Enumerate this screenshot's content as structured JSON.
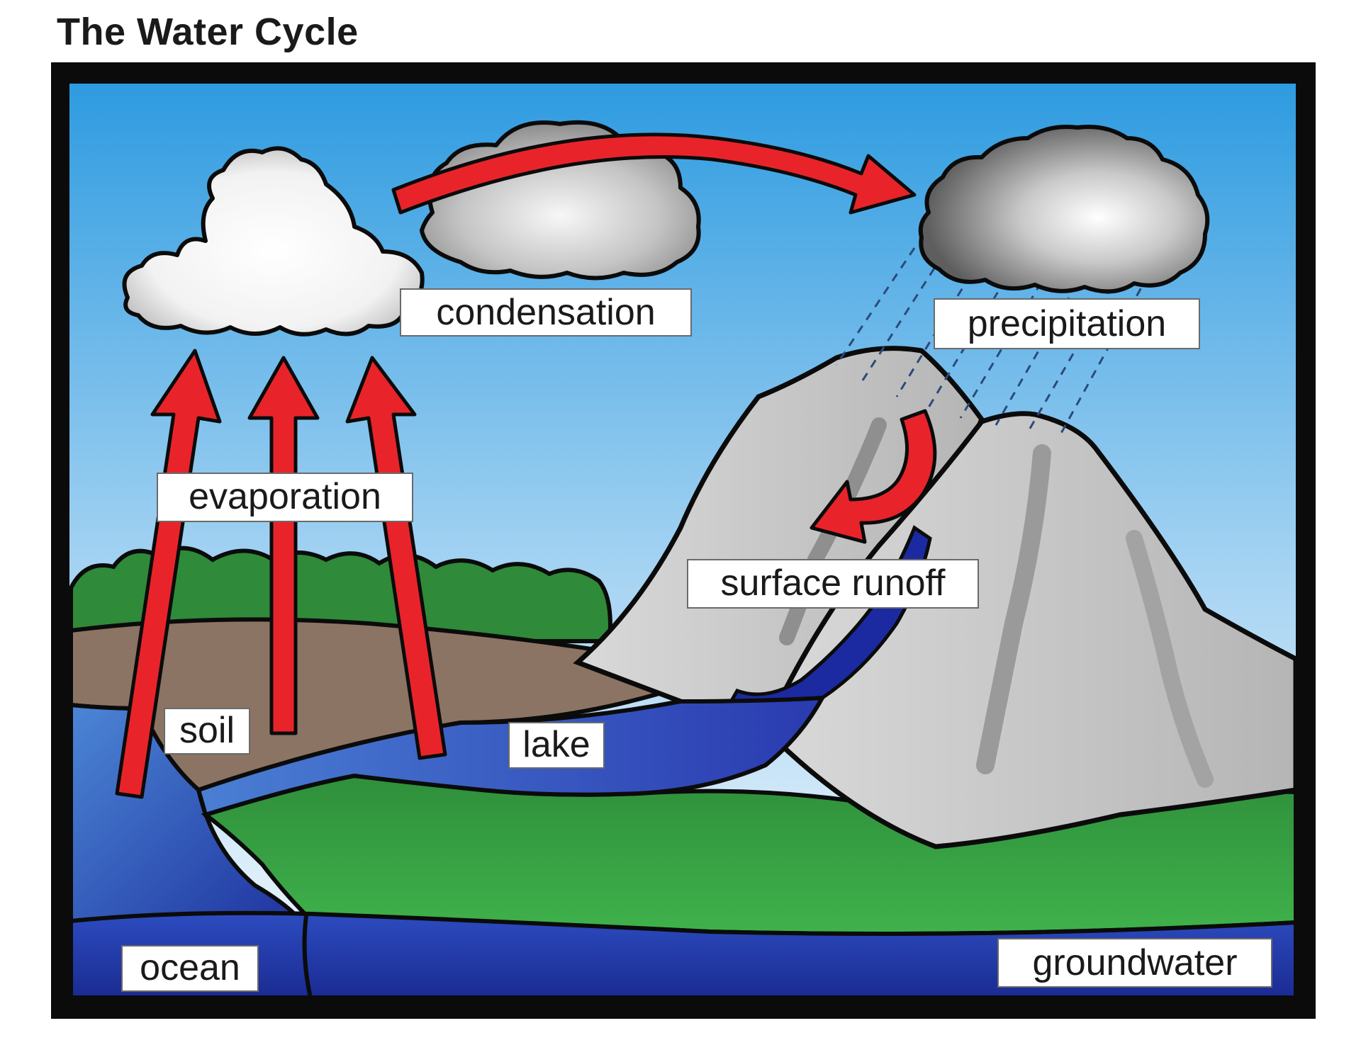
{
  "title": "The Water Cycle",
  "labels": {
    "condensation": "condensation",
    "precipitation": "precipitation",
    "evaporation": "evaporation",
    "surface_runoff": "surface runoff",
    "soil": "soil",
    "lake": "lake",
    "ocean": "ocean",
    "groundwater": "groundwater"
  },
  "colors": {
    "frame": "#0b0b0b",
    "sky_top": "#2e9be0",
    "sky_bottom": "#f2f8fd",
    "arrow": "#e8242a",
    "trees": "#2f8a3a",
    "soil": "#8b7463",
    "water": "#2747b8",
    "grass": "#2f9a40",
    "mountain": "#c8c8c8",
    "groundwater": "#223aa8"
  }
}
